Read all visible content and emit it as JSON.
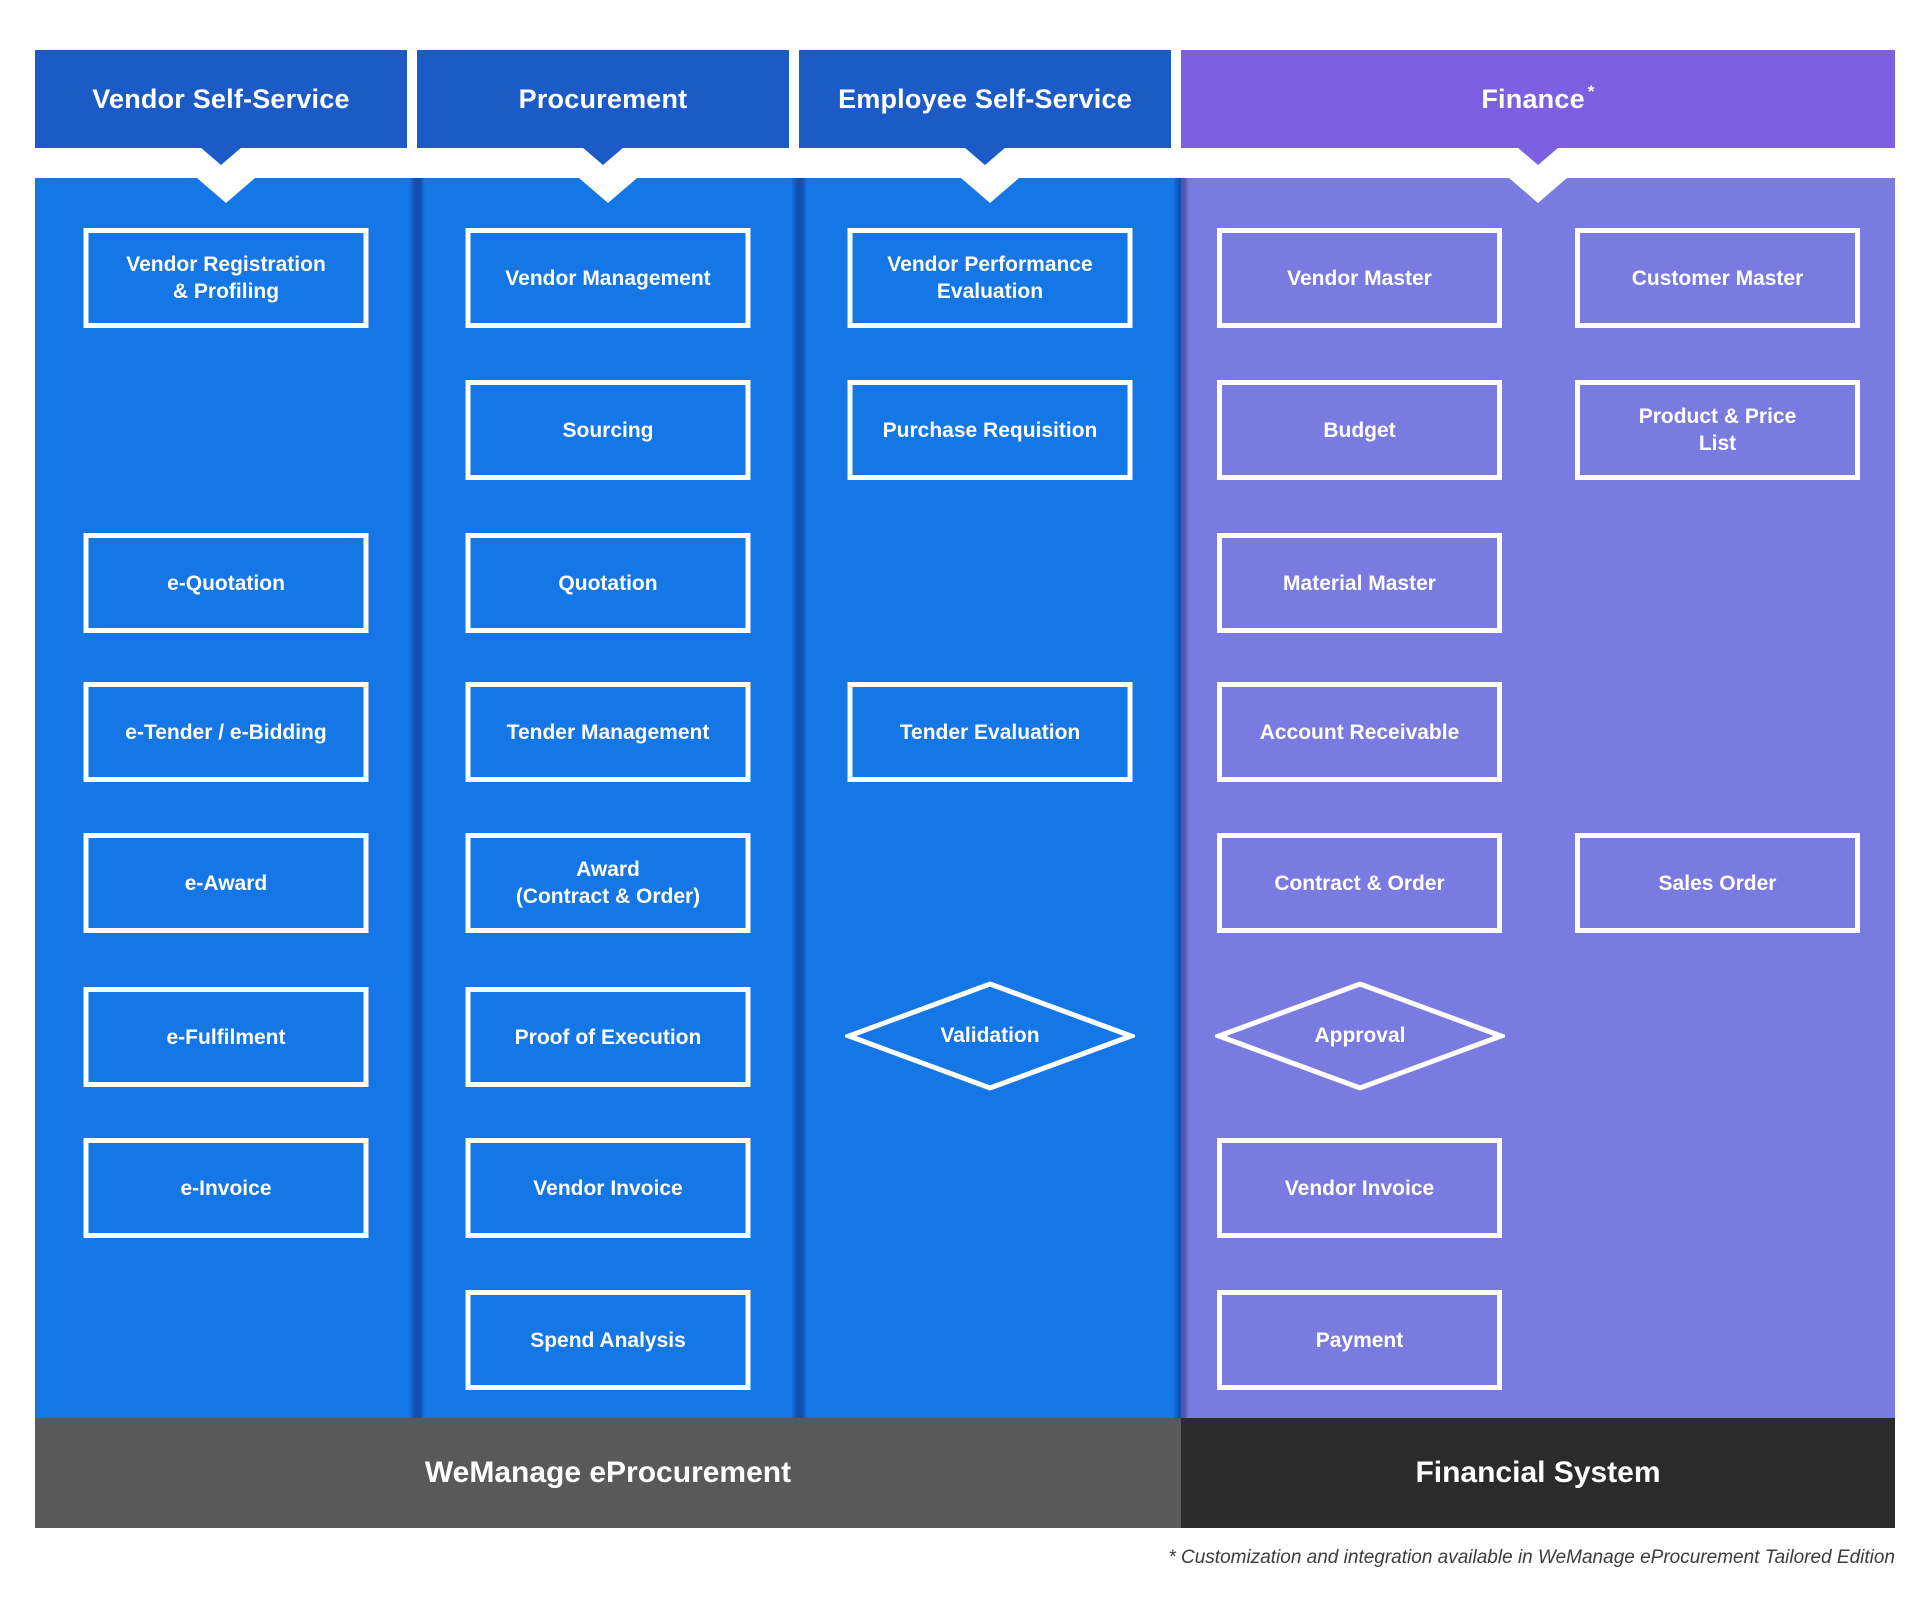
{
  "columns": [
    {
      "header": "Vendor Self-Service",
      "items": [
        "Vendor Registration\n& Profiling",
        "e-Quotation",
        "e-Tender / e-Bidding",
        "e-Award",
        "e-Fulfilment",
        "e-Invoice"
      ]
    },
    {
      "header": "Procurement",
      "items": [
        "Vendor Management",
        "Sourcing",
        "Quotation",
        "Tender Management",
        "Award\n(Contract & Order)",
        "Proof of Execution",
        "Vendor Invoice",
        "Spend Analysis"
      ]
    },
    {
      "header": "Employee Self-Service",
      "items": [
        "Vendor Performance\nEvaluation",
        "Purchase Requisition",
        "Tender Evaluation",
        "Validation"
      ]
    },
    {
      "header": "Finance",
      "sup": "*",
      "sub_columns": [
        {
          "items": [
            "Vendor Master",
            "Budget",
            "Material Master",
            "Account Receivable",
            "Contract & Order",
            "Approval",
            "Vendor Invoice",
            "Payment"
          ]
        },
        {
          "items": [
            "Customer Master",
            "Product & Price\nList",
            "Sales Order"
          ]
        }
      ]
    }
  ],
  "footers": [
    {
      "label": "WeManage eProcurement"
    },
    {
      "label": "Financial System"
    }
  ],
  "footnote": "* Customization and integration available in WeManage eProcurement Tailored Edition",
  "colors": {
    "header_blue": "#1C5AC6",
    "header_purple": "#7D60E2",
    "column_blue": "#1576E6",
    "column_purple": "#7A7BE0",
    "footer_left": "#595959",
    "footer_right": "#2B2B2B"
  }
}
